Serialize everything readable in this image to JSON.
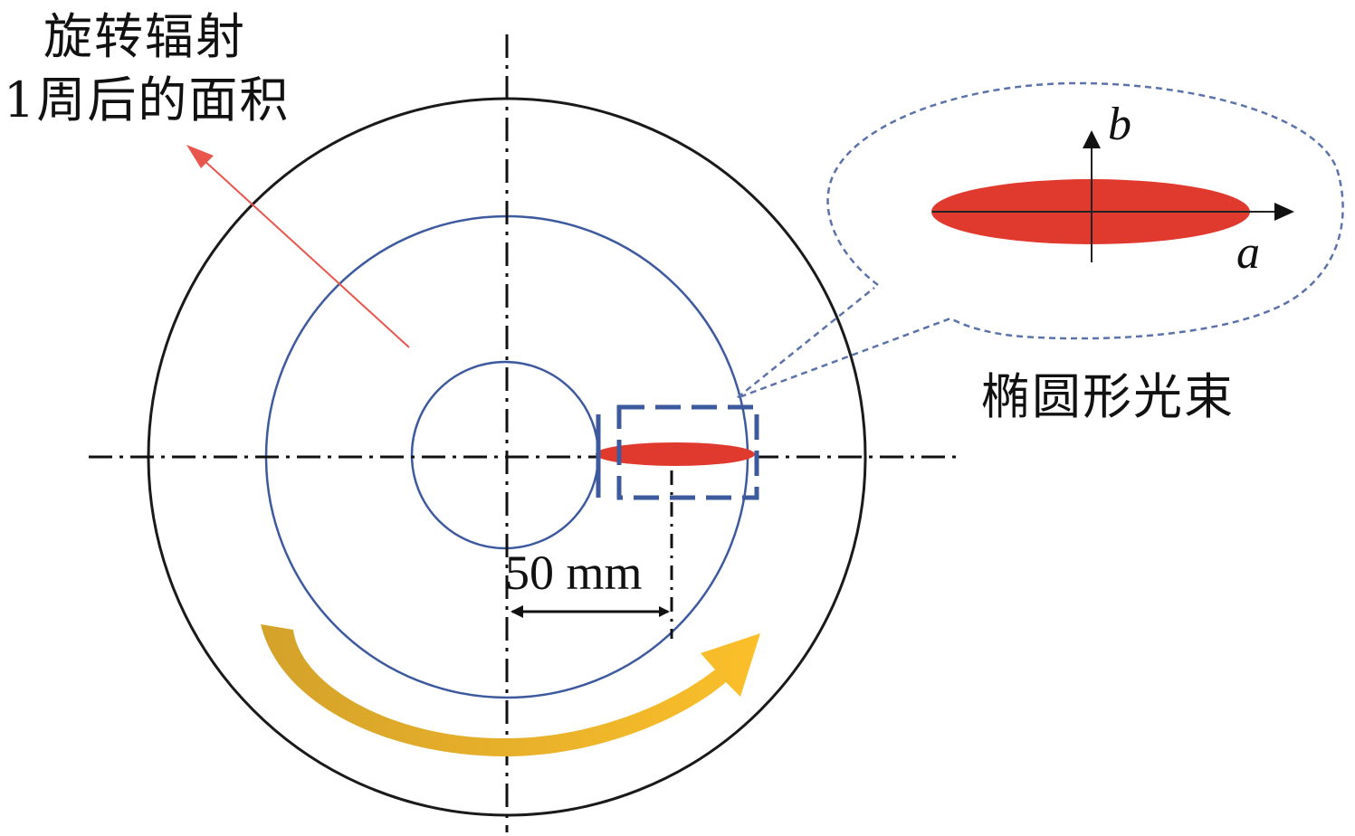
{
  "labels": {
    "title_line1": "旋转辐射",
    "title_line2": "1周后的面积",
    "beam_label": "椭圆形光束",
    "dimension": "50 mm",
    "axis_a": "a",
    "axis_b": "b"
  },
  "colors": {
    "outer_circle": "#1a1a1a",
    "blue_circles": "#3d5a9e",
    "beam_fill": "#e03a2f",
    "pointer_arrow": "#e8564d",
    "callout_dash": "#5b73aa",
    "rotation_arrow_start": "#d4a22a",
    "rotation_arrow_end": "#fbbf2a",
    "centerline": "#111111"
  }
}
